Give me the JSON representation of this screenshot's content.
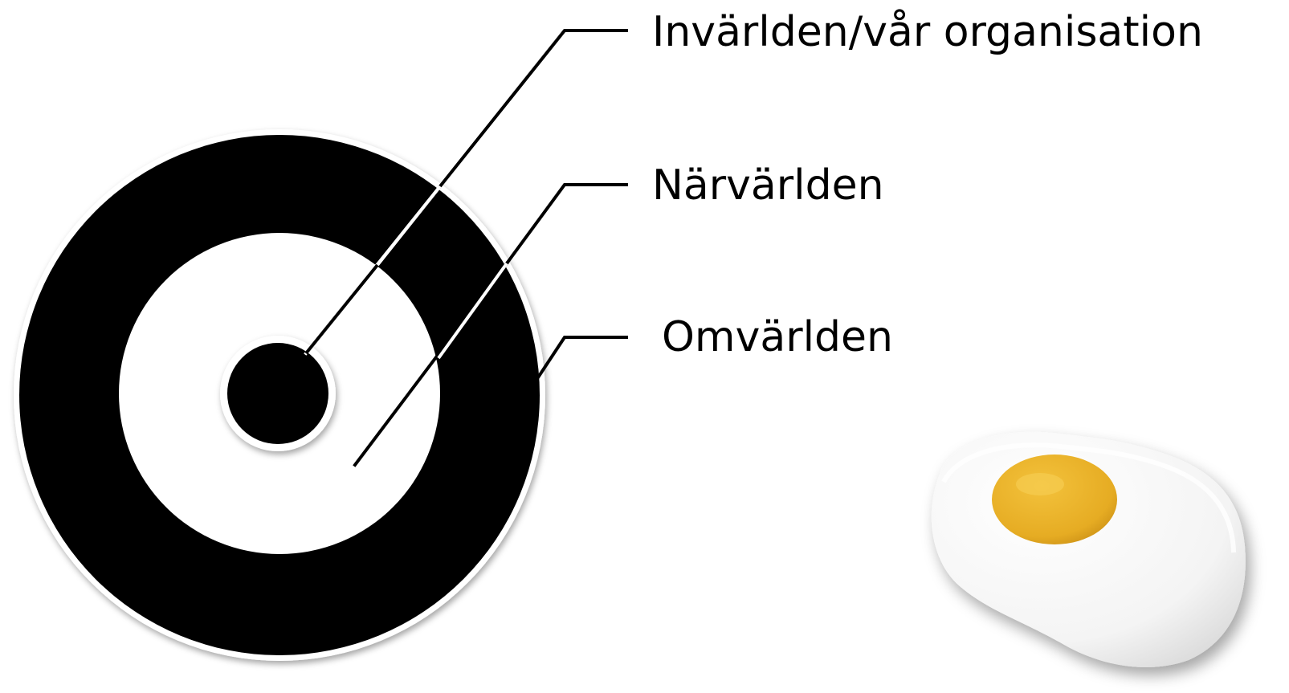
{
  "diagram": {
    "labels": {
      "inner": "Invärlden/vår organisation",
      "middle": "Närvärlden",
      "outer": "Omvärlden"
    },
    "colors": {
      "ring": "#000000",
      "background": "#ffffff",
      "yolk": "#e8b52c",
      "egg_white": "#f7f7f7"
    },
    "icons": [
      "fried-egg-icon"
    ]
  }
}
